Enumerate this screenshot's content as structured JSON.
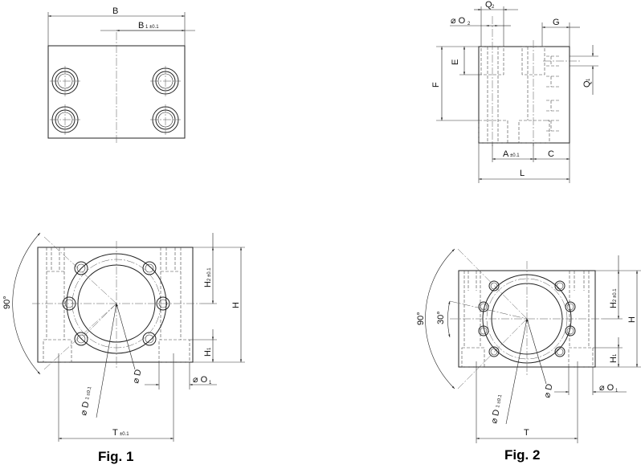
{
  "figures": [
    {
      "caption": "Fig. 1"
    },
    {
      "caption": "Fig. 2"
    }
  ],
  "dims": {
    "B": "B",
    "B1": "B",
    "B1_sub": "1 ±0.1",
    "Q2": "Q",
    "Q2_sub": "2",
    "O2": "⌀ O",
    "O2_sub": "2",
    "G": "G",
    "E": "E",
    "F": "F",
    "Q1": "Q",
    "Q1_sub": "1",
    "A": "A",
    "A_sub": "±0.1",
    "C": "C",
    "L": "L",
    "angle90": "90°",
    "angle30": "30°",
    "H": "H",
    "H2": "H",
    "H2_sub": "2 ±0.1",
    "H1": "H",
    "H1_sub": "1",
    "D": "⌀ D",
    "D1": "⌀ D",
    "D1_sub": "1 ±0.1",
    "O1": "⌀ O",
    "O1_sub": "1",
    "T": "T",
    "T_sub": "±0.1"
  }
}
